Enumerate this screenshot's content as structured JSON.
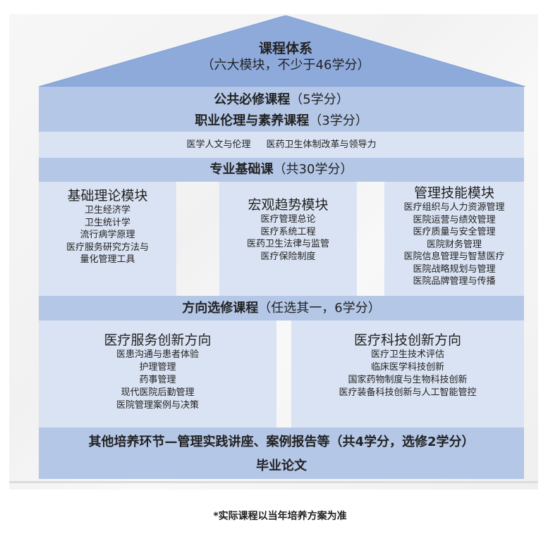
{
  "roof": {
    "title": "课程体系",
    "subtitle": "（六大模块，不少于46学分）"
  },
  "public": {
    "title": "公共必修课程",
    "credits": "（5学分）"
  },
  "ethics": {
    "title": "职业伦理与素养课程",
    "credits": "（3学分）",
    "courses": [
      "医学人文与伦理",
      "医药卫生体制改革与领导力"
    ]
  },
  "foundation": {
    "title": "专业基础课",
    "credits": "（共30学分）",
    "modules": [
      {
        "title": "基础理论模块",
        "items": [
          "卫生经济学",
          "卫生统计学",
          "流行病学原理",
          "医疗服务研究方法与",
          "量化管理工具"
        ]
      },
      {
        "title": "宏观趋势模块",
        "items": [
          "医疗管理总论",
          "医疗系统工程",
          "医药卫生法律与监管",
          "医疗保险制度"
        ]
      },
      {
        "title": "管理技能模块",
        "items": [
          "医疗组织与人力资源管理",
          "医院运营与绩效管理",
          "医疗质量与安全管理",
          "医院财务管理",
          "医院信息管理与智慧医疗",
          "医院战略规划与管理",
          "医院品牌管理与传播"
        ]
      }
    ]
  },
  "elective": {
    "title": "方向选修课程",
    "credits": "（任选其一，6学分）",
    "directions": [
      {
        "title": "医疗服务创新方向",
        "items": [
          "医患沟通与患者体验",
          "护理管理",
          "药事管理",
          "现代医院后勤管理",
          "医院管理案例与决策"
        ]
      },
      {
        "title": "医疗科技创新方向",
        "items": [
          "医疗卫生技术评估",
          "临床医学科技创新",
          "国家药物制度与生物科技创新",
          "医疗装备科技创新与人工智能管控"
        ]
      }
    ]
  },
  "other": {
    "text": "其他培养环节—管理实践讲座、案例报告等（共4学分，选修2学分）"
  },
  "thesis": {
    "text": "毕业论文"
  },
  "footnote": "*实际课程以当年培养方案为准",
  "colors": {
    "roof": "#8eaadb",
    "band": "#b4c7e7",
    "light": "#dae3f3"
  }
}
